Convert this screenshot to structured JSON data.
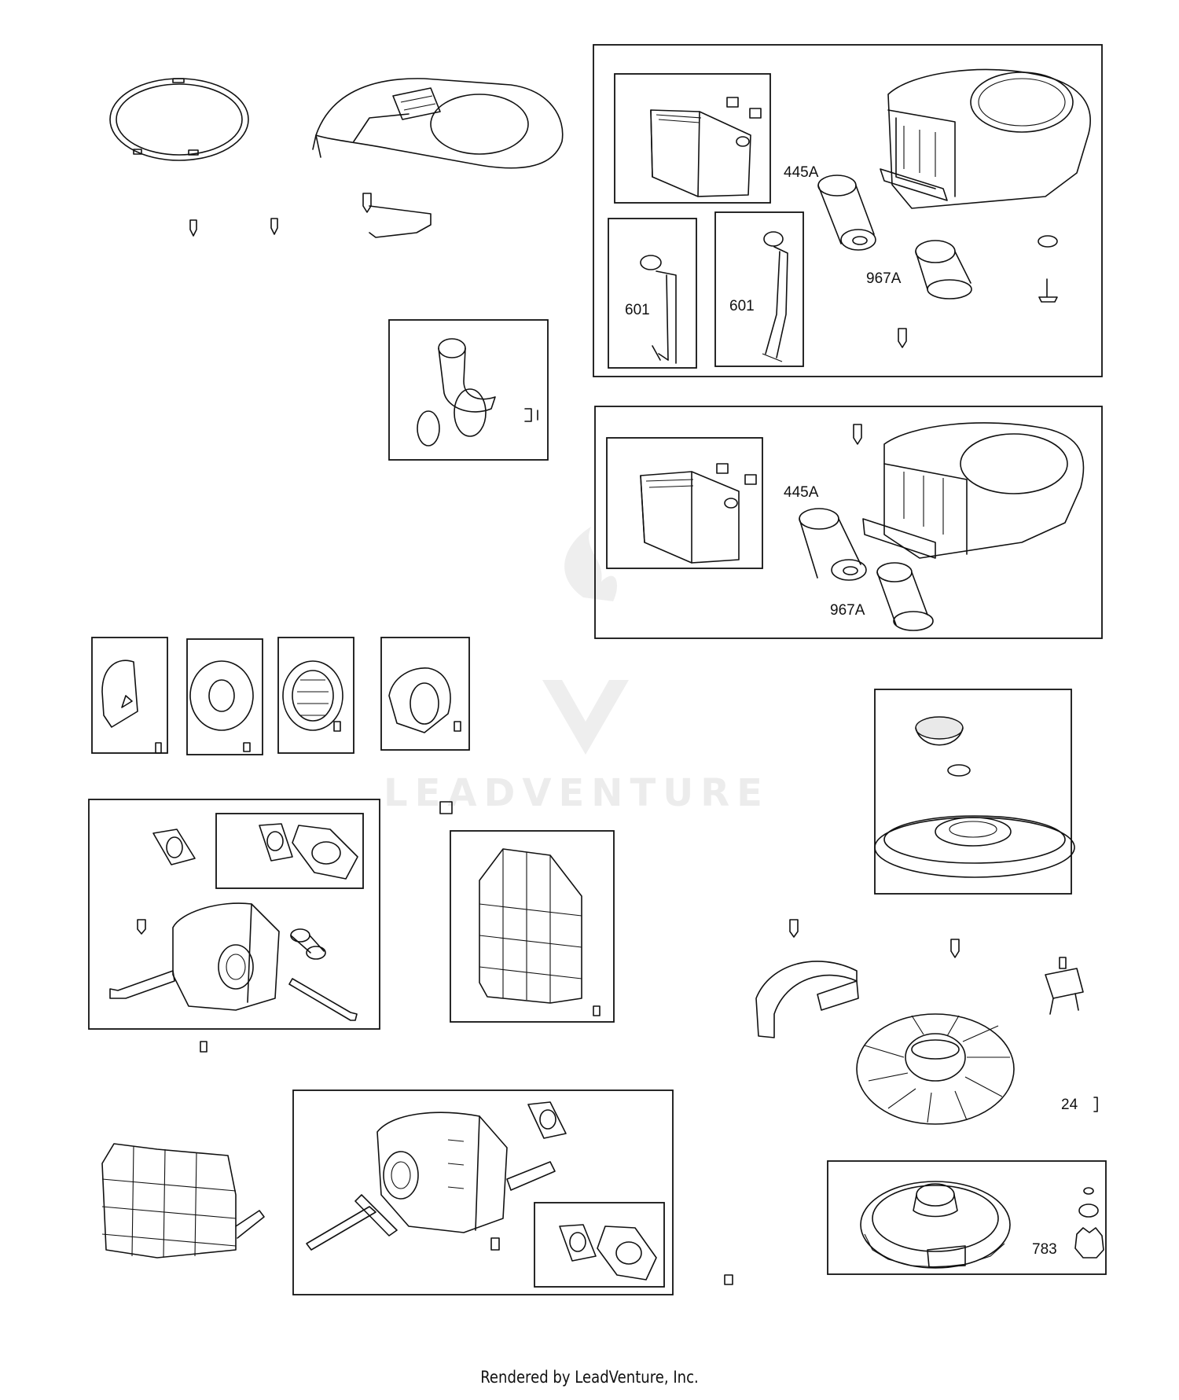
{
  "labels": {
    "l445a_top": "445A",
    "l967a_top": "967A",
    "l601_left": "601",
    "l601_right": "601",
    "l445a_mid": "445A",
    "l967a_mid": "967A",
    "l24": "24",
    "l783": "783"
  },
  "watermark": "LEADVENTURE",
  "footer": "Rendered by LeadVenture, Inc.",
  "colors": {
    "line": "#111111",
    "watermark": "#ececec",
    "background": "#ffffff"
  }
}
